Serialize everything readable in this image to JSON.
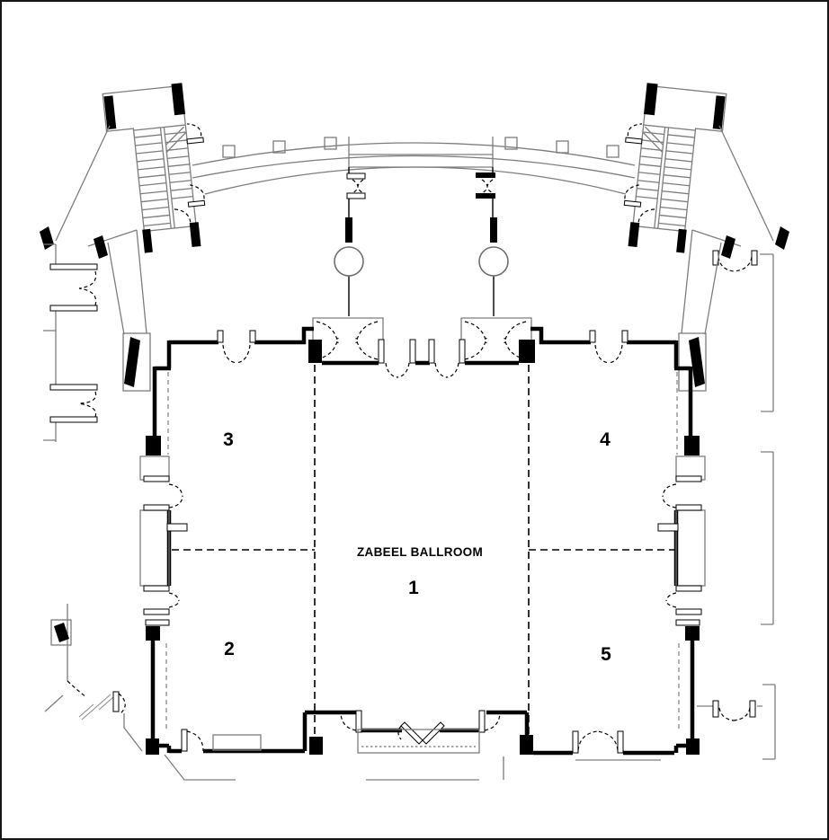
{
  "title": "ZABEEL BALLROOM",
  "floorplan": {
    "type": "floor-plan",
    "labels": {
      "ballroom_title": "ZABEEL BALLROOM",
      "room1": "1",
      "room2": "2",
      "room3": "3",
      "room4": "4",
      "room5": "5"
    },
    "rooms": [
      {
        "id": "1",
        "label": "1",
        "position": "center"
      },
      {
        "id": "2",
        "label": "2",
        "position": "bottom-left"
      },
      {
        "id": "3",
        "label": "3",
        "position": "top-left"
      },
      {
        "id": "4",
        "label": "4",
        "position": "top-right"
      },
      {
        "id": "5",
        "label": "5",
        "position": "bottom-right"
      }
    ],
    "features": [
      "stairwell-left",
      "stairwell-right",
      "curved-gallery-corridor",
      "round-column-left",
      "round-column-right",
      "entrance-vestibules",
      "movable-partition-dashed-lines",
      "stage-recess",
      "perimeter-doors"
    ],
    "colors": {
      "walls": "#000000",
      "secondary_walls": "#7d7d7d",
      "background": "#ffffff"
    }
  }
}
